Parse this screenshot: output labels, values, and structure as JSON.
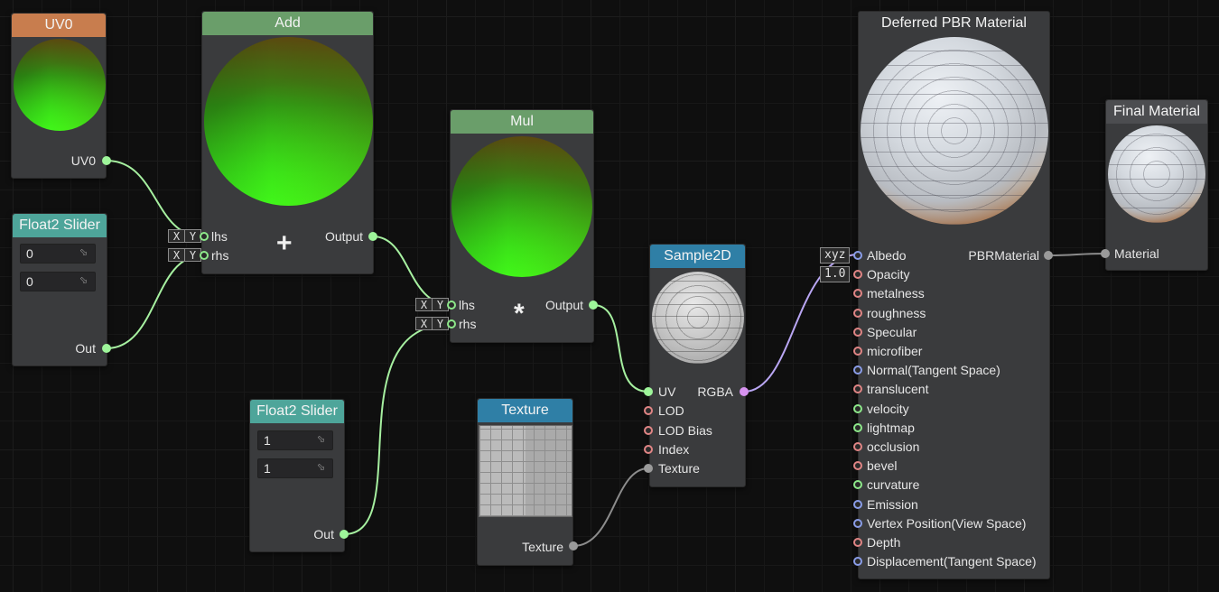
{
  "nodes": {
    "uv0": {
      "title": "UV0",
      "output_label": "UV0"
    },
    "float2_a": {
      "title": "Float2 Slider",
      "values": [
        "0",
        "0"
      ],
      "output_label": "Out"
    },
    "add": {
      "title": "Add",
      "inputs": [
        "lhs",
        "rhs"
      ],
      "output_label": "Output",
      "operator": "+"
    },
    "mul": {
      "title": "Mul",
      "inputs": [
        "lhs",
        "rhs"
      ],
      "output_label": "Output",
      "operator": "*"
    },
    "float2_b": {
      "title": "Float2 Slider",
      "values": [
        "1",
        "1"
      ],
      "output_label": "Out"
    },
    "texture": {
      "title": "Texture",
      "output_label": "Texture"
    },
    "sample2d": {
      "title": "Sample2D",
      "inputs": [
        "UV",
        "LOD",
        "LOD Bias",
        "Index",
        "Texture"
      ],
      "output_label": "RGBA"
    },
    "pbr": {
      "title": "Deferred PBR Material",
      "albedo_swizzle": "xyz",
      "opacity_value": "1.0",
      "inputs": [
        "Albedo",
        "Opacity",
        "metalness",
        "roughness",
        "Specular",
        "microfiber",
        "Normal(Tangent Space)",
        "translucent",
        "velocity",
        "lightmap",
        "occlusion",
        "bevel",
        "curvature",
        "Emission",
        "Vertex Position(View Space)",
        "Depth",
        "Displacement(Tangent Space)"
      ],
      "output_label": "PBRMaterial"
    },
    "final": {
      "title": "Final Material",
      "input_label": "Material"
    }
  },
  "xy_labels": [
    "X",
    "Y"
  ],
  "colors": {
    "wire_green": "#a6f0a0",
    "wire_gray": "#8c8c8c",
    "wire_purple": "#b9a6f3",
    "header_uv": "#c87d4e",
    "header_slider": "#4ea59a",
    "header_math": "#6a9e6a",
    "header_texture": "#2f7fa6"
  }
}
